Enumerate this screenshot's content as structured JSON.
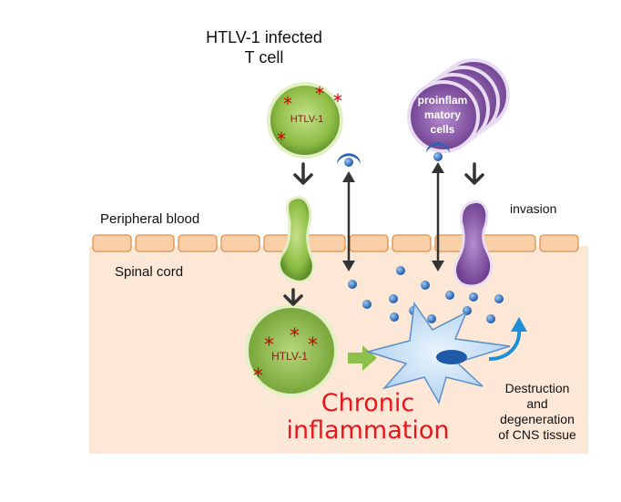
{
  "labels": {
    "infected_title": "HTLV-1 infected",
    "infected_title_2": "T cell",
    "peripheral_blood": "Peripheral blood",
    "spinal_cord": "Spinal cord",
    "invasion": "invasion",
    "proinflammatory_1": "proinflam",
    "proinflammatory_2": "matory",
    "proinflammatory_3": "cells",
    "htlv_top": "HTLV-1",
    "htlv_bottom": "HTLV-1",
    "chronic_1": "Chronic",
    "chronic_2": "inflammation",
    "destruction_1": "Destruction",
    "destruction_2": "and",
    "destruction_3": "degeneration",
    "destruction_4": "of CNS tissue"
  },
  "colors": {
    "spinal_cord_bg": "#fde8d8",
    "endothelium": "#f8cfa6",
    "endothelium_border": "#e0914f",
    "infected_cell": "#7cad3e",
    "inflammatory_cell": "#7a4a9a",
    "cytokine": "#2f6fbf",
    "neuron": "#c7e0f6",
    "chronic_text": "#e8161c",
    "star": "#cc0000"
  },
  "icons": {
    "infection_star": "asterisk-icon",
    "transmigration_arrow": "down-arrow-icon",
    "secretion_arrow": "double-headed-arrow-icon",
    "effect_arrow": "right-arrow-icon",
    "damage_arrow": "curved-arrow-icon"
  }
}
